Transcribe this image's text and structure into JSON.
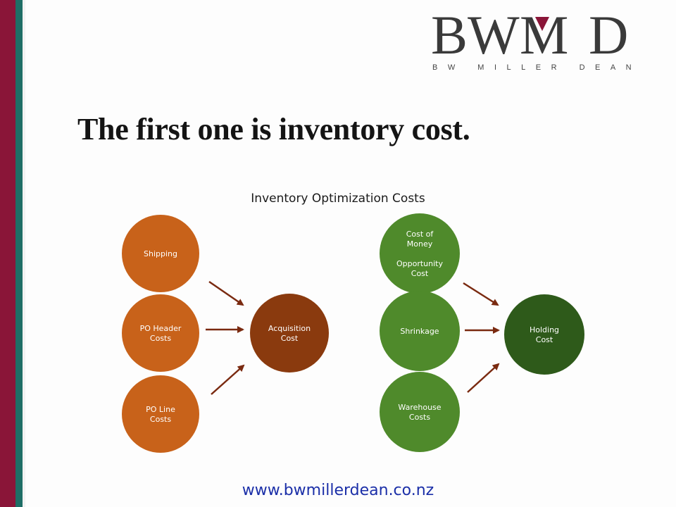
{
  "slide": {
    "headline": "The first one is inventory cost.",
    "logo": {
      "mark": "BWMD",
      "tagline": "BW MILLER DEAN"
    },
    "footer_url": "www.bwmillerdean.co.nz"
  },
  "diagram": {
    "title": "Inventory Optimization Costs",
    "left_group": {
      "inputs": [
        [
          "Shipping"
        ],
        [
          "PO Header",
          "Costs"
        ],
        [
          "PO Line",
          "Costs"
        ]
      ],
      "result": [
        "Acquisition",
        "Cost"
      ]
    },
    "right_group": {
      "inputs": [
        [
          "Cost of",
          "Money",
          "",
          "Opportunity",
          "Cost"
        ],
        [
          "Shrinkage"
        ],
        [
          "Warehouse",
          "Costs"
        ]
      ],
      "result": [
        "Holding",
        "Cost"
      ]
    },
    "colors": {
      "orange_input": "#c8621a",
      "orange_result": "#8a3a0e",
      "green_input": "#4f8a2b",
      "green_result": "#2e5a1a",
      "arrow": "#7a2a10",
      "crimson_bar": "#8a1538",
      "teal_bar": "#1e6e66"
    }
  }
}
